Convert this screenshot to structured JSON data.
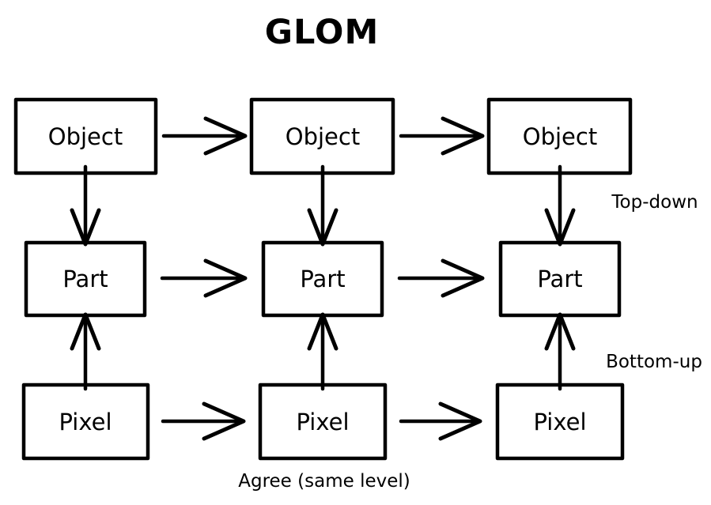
{
  "diagram": {
    "title": "GLOM",
    "nodes": [
      {
        "id": "object-1",
        "label": "Object"
      },
      {
        "id": "object-2",
        "label": "Object"
      },
      {
        "id": "object-3",
        "label": "Object"
      },
      {
        "id": "part-1",
        "label": "Part"
      },
      {
        "id": "part-2",
        "label": "Part"
      },
      {
        "id": "part-3",
        "label": "Part"
      },
      {
        "id": "pixel-1",
        "label": "Pixel"
      },
      {
        "id": "pixel-2",
        "label": "Pixel"
      },
      {
        "id": "pixel-3",
        "label": "Pixel"
      }
    ],
    "annotations": {
      "top_down": "Top-down",
      "bottom_up": "Bottom-up",
      "agree": "Agree (same level)"
    },
    "colors": {
      "stroke": "#000000",
      "background": "#ffffff"
    }
  }
}
